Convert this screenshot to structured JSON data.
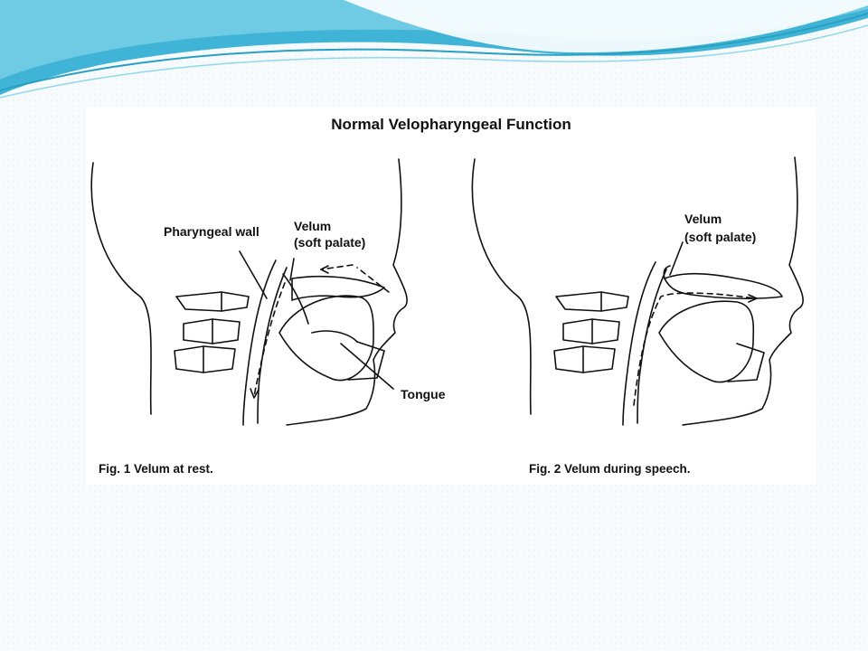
{
  "slide": {
    "colors": {
      "wave_dark": "#2aa7cc",
      "wave_light": "#a9e3f1",
      "background": "#f7fbfd"
    }
  },
  "figure": {
    "title": "Normal Velopharyngeal Function",
    "fig1": {
      "labels": {
        "pharyngeal_wall": "Pharyngeal wall",
        "velum": "Velum",
        "soft_palate": "(soft palate)",
        "tongue": "Tongue"
      },
      "caption": "Fig. 1  Velum at rest."
    },
    "fig2": {
      "labels": {
        "velum": "Velum",
        "soft_palate": "(soft palate)"
      },
      "caption": "Fig. 2  Velum during speech."
    }
  }
}
